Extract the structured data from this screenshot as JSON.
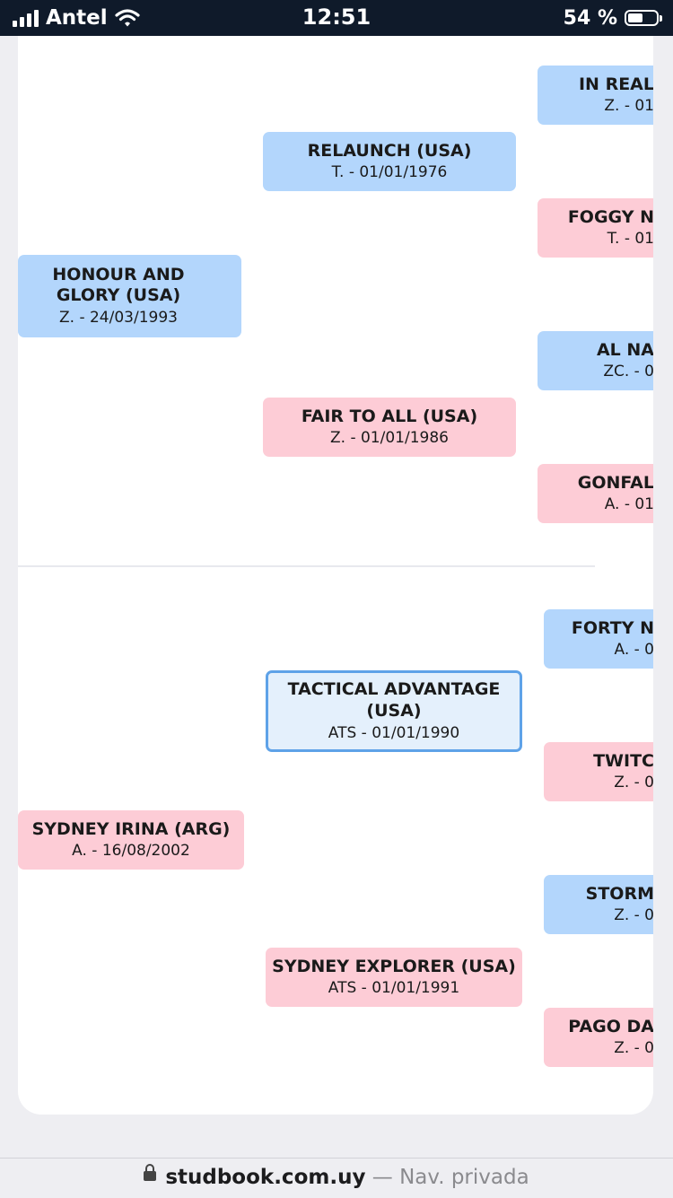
{
  "status_bar": {
    "carrier": "Antel",
    "time": "12:51",
    "battery": "54 %",
    "battery_level": 0.54
  },
  "pedigree": {
    "top": {
      "sire": {
        "name": "HONOUR AND GLORY (USA)",
        "date": "Z. - 24/03/1993"
      },
      "grandsire": {
        "name": "RELAUNCH (USA)",
        "date": "T. - 01/01/1976"
      },
      "granddam": {
        "name": "FAIR TO ALL (USA)",
        "date": "Z. - 01/01/1986"
      },
      "gg": [
        {
          "name": "IN REAL",
          "date": "Z. - 01"
        },
        {
          "name": "FOGGY N",
          "date": "T. - 01"
        },
        {
          "name": "AL NA",
          "date": "ZC. - 0"
        },
        {
          "name": "GONFAL",
          "date": "A. - 01"
        }
      ]
    },
    "bottom": {
      "dam": {
        "name": "SYDNEY IRINA (ARG)",
        "date": "A. - 16/08/2002"
      },
      "grandsire": {
        "name": "TACTICAL ADVANTAGE (USA)",
        "date": "ATS - 01/01/1990"
      },
      "granddam": {
        "name": "SYDNEY EXPLORER (USA)",
        "date": "ATS - 01/01/1991"
      },
      "gg": [
        {
          "name": "FORTY N",
          "date": "A. - 0"
        },
        {
          "name": "TWITC",
          "date": "Z. - 0"
        },
        {
          "name": "STORM",
          "date": "Z. - 0"
        },
        {
          "name": "PAGO DA",
          "date": "Z. - 0"
        }
      ]
    }
  },
  "browser": {
    "domain": "studbook.com.uy",
    "mode": " — Nav. privada"
  }
}
